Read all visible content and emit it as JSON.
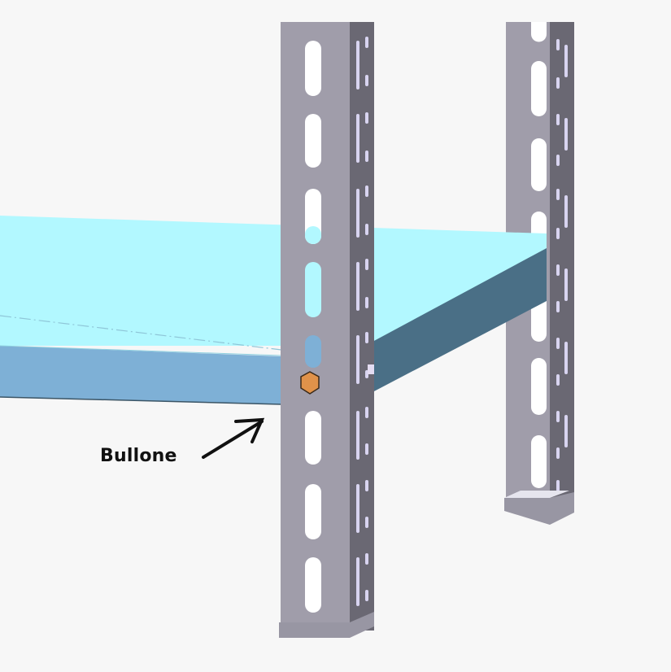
{
  "annotation": {
    "label": "Bullone",
    "target": "bolt-on-front-post"
  },
  "colors": {
    "background": "#f7f7f7",
    "shelf_top": "#b2f8ff",
    "shelf_front": "#7eb0d6",
    "shelf_side": "#4a6f86",
    "post_front": "#a09daa",
    "post_side": "#6a6873",
    "slot": "#ffffff",
    "bolt": "#e0924a",
    "arrow": "#111111"
  },
  "components": {
    "front_post": "upright-front",
    "back_post": "upright-back",
    "shelf": "shelf-panel",
    "bolt": "hex-bolt"
  }
}
